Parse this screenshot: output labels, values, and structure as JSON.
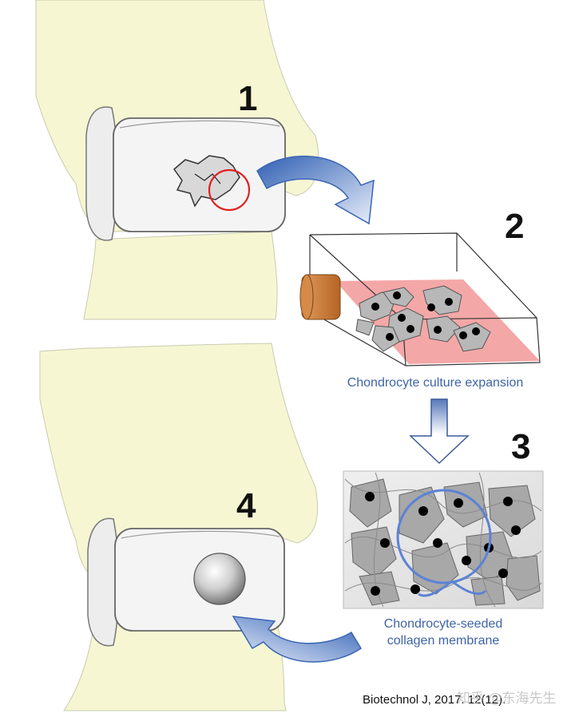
{
  "steps": {
    "step1": "1",
    "step2": "2",
    "step3": "3",
    "step4": "4"
  },
  "captions": {
    "culture": "Chondrocyte culture expansion",
    "membrane_line1": "Chondrocyte-seeded",
    "membrane_line2": "collagen membrane"
  },
  "citation": "Biotechnol J, 2017. 12(12).",
  "watermark": "知乎 @东海先生",
  "colors": {
    "bone": "#f6f7d2",
    "cartilage": "#f2f2f2",
    "arrow_blue": "#4a78c8",
    "culture_medium": "#f4a7a7",
    "cap": "#c87a3c",
    "cell": "#b5b5b5",
    "nucleus": "#000000",
    "lesion_circle": "#e02020",
    "membrane_circle": "#5b82d6"
  }
}
